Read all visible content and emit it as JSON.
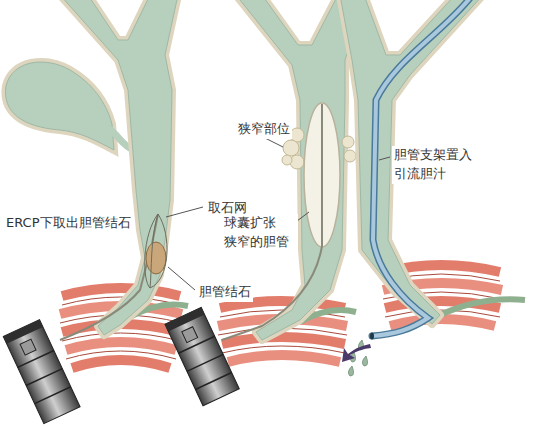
{
  "diagram": {
    "labels": [
      "狭窄部位",
      "胆管支架置入 引流胆汁",
      "取石网",
      "ERCP下取出胆管结石",
      "球囊扩张 狭窄的胆管",
      "胆管结石"
    ]
  }
}
